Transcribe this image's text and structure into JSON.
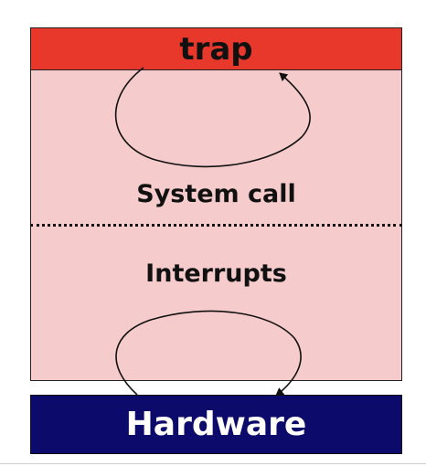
{
  "diagram": {
    "trap_label": "trap",
    "system_call_label": "System call",
    "interrupts_label": "Interrupts",
    "hardware_label": "Hardware"
  },
  "colors": {
    "trap": "#e8382b",
    "kernel": "#f6cbcb",
    "hardware": "#0c0b6b",
    "hardware_text": "#ffffff",
    "stroke": "#111111"
  }
}
